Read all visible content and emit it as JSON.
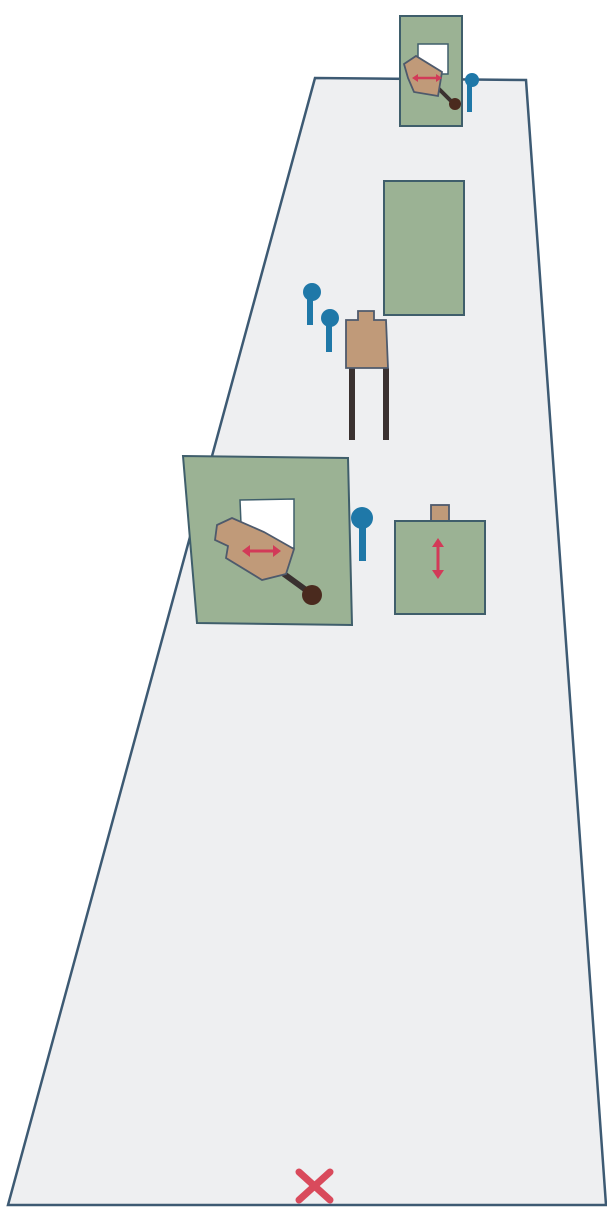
{
  "colors": {
    "floor": "#eeeff1",
    "outline": "#3d5a73",
    "wall": "#9bb294",
    "wall_edge": "#3f5e6b",
    "target": "#c09a79",
    "target_edge": "#4e5a6c",
    "arrow": "#d23a58",
    "popper": "#1f78a8",
    "swinger_weight": "#4a2a1e",
    "leg": "#3a3130",
    "start_mark": "#d94a5c",
    "white": "#ffffff"
  },
  "elements": [
    {
      "kind": "wall-window-swinger",
      "icon": "swinging-target-arrow-icon",
      "location": "far"
    },
    {
      "kind": "popper",
      "icon": "popper-icon",
      "location": "far"
    },
    {
      "kind": "wall",
      "icon": "barrier-wall-icon",
      "location": "middle"
    },
    {
      "kind": "popper",
      "icon": "popper-icon",
      "location": "middle"
    },
    {
      "kind": "popper",
      "icon": "popper-icon",
      "location": "middle"
    },
    {
      "kind": "target-on-stand",
      "icon": "paper-target-icon",
      "location": "middle"
    },
    {
      "kind": "wall-window-swinger",
      "icon": "swinging-target-arrow-icon",
      "location": "near"
    },
    {
      "kind": "popper",
      "icon": "popper-icon",
      "location": "near"
    },
    {
      "kind": "box-vertical-mover",
      "icon": "vertical-arrow-icon",
      "location": "near"
    },
    {
      "kind": "start-position",
      "icon": "start-x-icon",
      "location": "bottom"
    }
  ]
}
